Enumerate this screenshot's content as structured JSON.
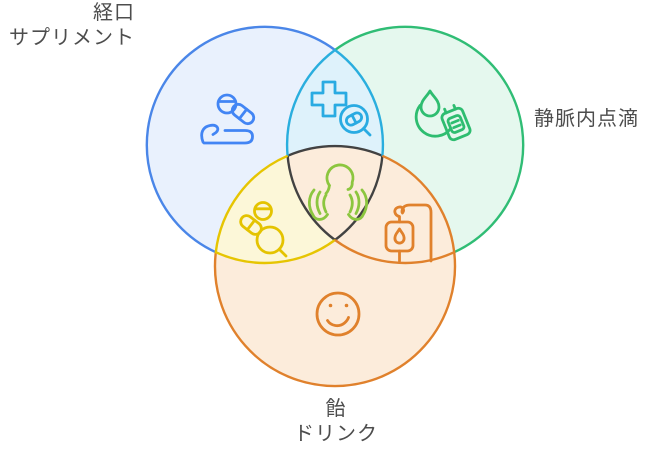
{
  "diagram": {
    "type": "venn-3-sets",
    "sets": [
      {
        "id": "oral-supplement",
        "label": "経口サプリメント",
        "position": "top-left"
      },
      {
        "id": "iv-drip",
        "label": "静脈内点滴",
        "position": "top-right"
      },
      {
        "id": "candy-drink",
        "label": "飴ドリンク",
        "position": "bottom"
      }
    ]
  },
  "labels": {
    "oral": {
      "line1": "経口",
      "line2": "サプリメント"
    },
    "iv": {
      "line1": "静脈内点滴"
    },
    "candy": {
      "line1": "飴",
      "line2": "ドリンク"
    }
  },
  "colors": {
    "background": "#ffffff",
    "label_text": "#4d4d4d",
    "blue_stroke": "#4a86e8",
    "blue_fill": "#e9f1fd",
    "green_stroke": "#30bd75",
    "green_fill": "#e5f8ee",
    "orange_stroke": "#e0812c",
    "orange_fill": "#fcecdb",
    "cyan_stroke": "#2aaede",
    "cyan_fill": "#def2fb",
    "yellow_stroke": "#e6c502",
    "yellow_fill": "#fcf7d8",
    "center_stroke": "#424242",
    "center_fill": "#f2f2f0"
  },
  "icons": {
    "hand_pills": {
      "name": "hand-offering-pills-icon",
      "color": "#4285f4"
    },
    "cross_magnifier": {
      "name": "medical-cross-search-icon",
      "color": "#29abe2"
    },
    "droplet_bag": {
      "name": "iv-fluid-bag-droplet-icon",
      "color": "#2ebd70"
    },
    "person_hands": {
      "name": "person-in-caring-hands-icon",
      "color": "#8cc63f"
    },
    "pills_magnifier": {
      "name": "pills-search-icon",
      "color": "#e4c300"
    },
    "iv_drip": {
      "name": "iv-drip-bag-tube-icon",
      "color": "#e0812c"
    },
    "sad_face": {
      "name": "sad-face-icon",
      "color": "#e0812c"
    }
  }
}
